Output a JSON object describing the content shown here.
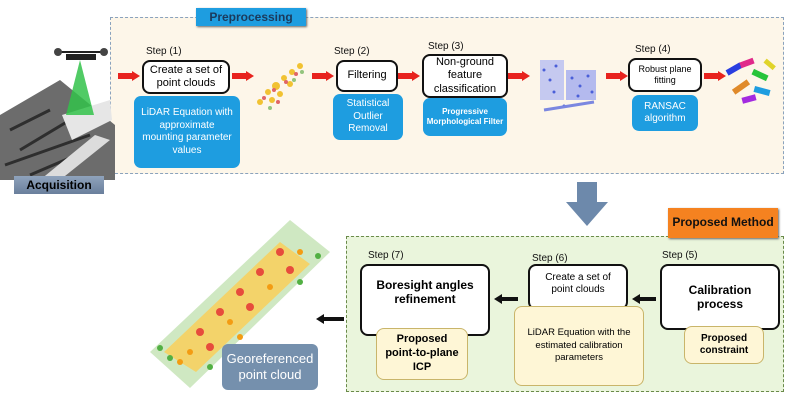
{
  "preprocessing_label": "Preprocessing",
  "acquisition_label": "Acquisition",
  "proposed_method_label": "Proposed Method",
  "georeferenced_label": "Georeferenced point cloud",
  "steps": {
    "s1": {
      "step": "Step (1)",
      "title": "Create a set of point clouds",
      "sub": "LiDAR Equation with approximate mounting parameter values"
    },
    "s2": {
      "step": "Step (2)",
      "title": "Filtering",
      "sub": "Statistical Outlier Removal"
    },
    "s3": {
      "step": "Step (3)",
      "title": "Non-ground feature classification",
      "sub": "Progressive Morphological Filter"
    },
    "s4": {
      "step": "Step (4)",
      "title": "Robust plane fitting",
      "sub": "RANSAC algorithm"
    },
    "s5": {
      "step": "Step (5)",
      "title": "Calibration process",
      "sub": "Proposed constraint"
    },
    "s6": {
      "step": "Step (6)",
      "title": "Create a set of point clouds",
      "sub": "LiDAR Equation with the estimated calibration parameters"
    },
    "s7": {
      "step": "Step (7)",
      "title": "Boresight angles refinement",
      "sub": "Proposed point-to-plane ICP"
    }
  },
  "colors": {
    "blue": "#1e9de0",
    "orange": "#f58220",
    "green_panel": "#eaf5dc",
    "cream_panel": "#fdf6e9",
    "arrow_red": "#e8231e",
    "arrow_gray": "#6d89ab",
    "geo_box": "#7590ad"
  }
}
